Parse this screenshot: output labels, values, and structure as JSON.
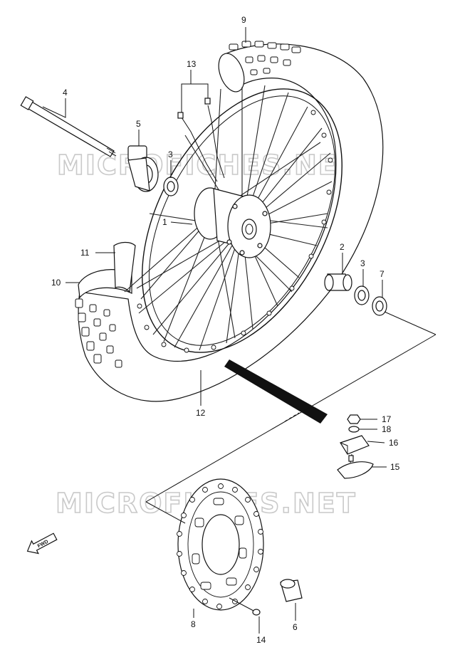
{
  "watermark": "MICROFICHES.NET",
  "fwd_label": "FWD",
  "callouts": [
    "1",
    "2",
    "3",
    "3",
    "4",
    "5",
    "6",
    "7",
    "8",
    "9",
    "10",
    "11",
    "12",
    "13",
    "14",
    "15",
    "16",
    "17",
    "18"
  ]
}
